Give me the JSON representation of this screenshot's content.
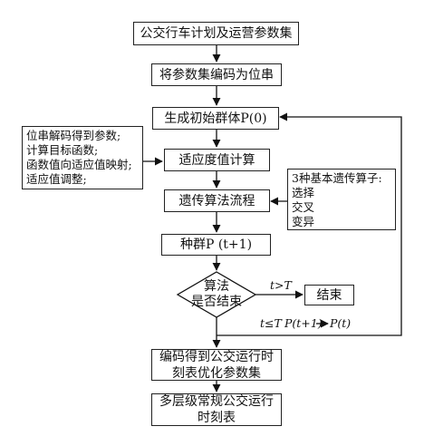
{
  "nodes": {
    "n1": "公交行车计划及运营参数集",
    "n2": "将参数集编码为位串",
    "n3": "生成初始群体P(0)",
    "n4": "适应度值计算",
    "n5": "遗传算法流程",
    "n6": "种群P (t+1)",
    "decision": [
      "算法",
      "是否结束"
    ],
    "end": "结束",
    "n7": [
      "编码得到公交运行时",
      "刻表优化参数集"
    ],
    "n8": [
      "多层级常规公交运行",
      "时刻表"
    ]
  },
  "notes": {
    "left": [
      "位串解码得到参数;",
      "计算目标函数;",
      "函数值向适应值映射;",
      "适应值调整;"
    ],
    "right": [
      "3种基本遗传算子:",
      "选择",
      "交叉",
      "变异"
    ]
  },
  "labels": {
    "true_branch": "t>T",
    "false_branch": "t≤T",
    "update": "P(t+1)",
    "update_to": "P(t)"
  }
}
